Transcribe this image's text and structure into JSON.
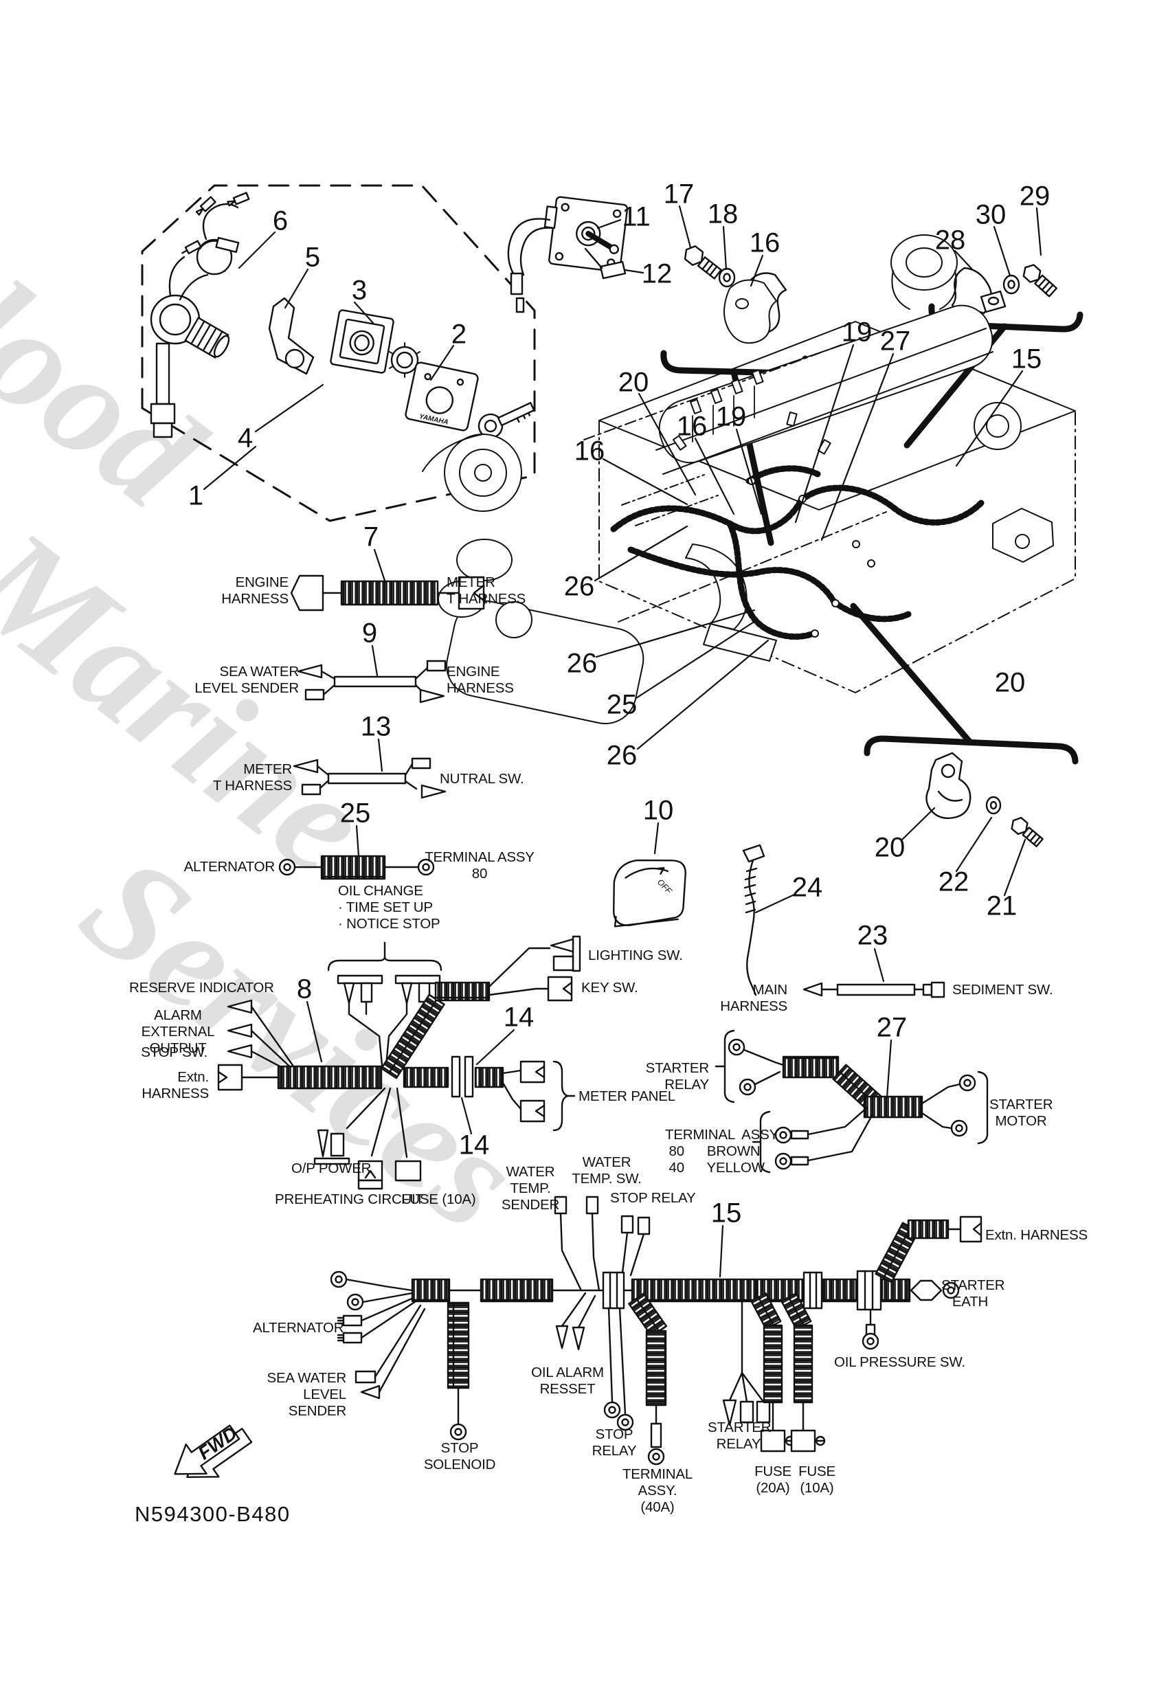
{
  "watermark": [
    "Flood",
    "Marine",
    "Services"
  ],
  "drawing_number": "N594300-B480",
  "fwd_label": "FWD",
  "callouts": {
    "p1": "1",
    "p2": "2",
    "p3": "3",
    "p4": "4",
    "p5": "5",
    "p6": "6",
    "p7": "7",
    "p8": "8",
    "p9": "9",
    "p10": "10",
    "p11": "11",
    "p12": "12",
    "p13": "13",
    "p14a": "14",
    "p14b": "14",
    "p15a": "15",
    "p15b": "15",
    "p16a": "16",
    "p16b": "16",
    "p16c": "16",
    "p17": "17",
    "p18": "18",
    "p19a": "19",
    "p19b": "19",
    "p20a": "20",
    "p20b": "20",
    "p20c": "20",
    "p21": "21",
    "p22": "22",
    "p23": "23",
    "p24": "24",
    "p25a": "25",
    "p25b": "25",
    "p26a": "26",
    "p26b": "26",
    "p26c": "26",
    "p27a": "27",
    "p27b": "27",
    "p28": "28",
    "p29": "29",
    "p30": "30"
  },
  "labels": {
    "h7_left": "ENGINE\nHARNESS",
    "h7_right": "METER\nT HARNESS",
    "h9_left": "SEA WATER\nLEVEL SENDER",
    "h9_right": "ENGINE\nHARNESS",
    "h13_left": "METER\nT HARNESS",
    "h13_right": "NUTRAL SW.",
    "h25_left": "ALTERNATOR",
    "h25_right": "TERMINAL ASSY\n80",
    "oil_change": "OIL CHANGE\n· TIME SET UP\n· NOTICE STOP",
    "reserve_indicator": "RESERVE INDICATOR",
    "alarm_external_output": "ALARM EXTERNAL\nOUTPUT",
    "stop_sw": "STOP SW.",
    "extn_harness_8": "Extn. HARNESS",
    "op_power": "O/P POWER",
    "preheating_circuit": "PREHEATING CIRCUIT",
    "fuse_10a_top": "FUSE (10A)",
    "lighting_sw": "LIGHTING SW.",
    "key_sw": "KEY SW.",
    "meter_panel": "METER PANEL",
    "water_temp_sender": "WATER TEMP.\nSENDER",
    "water_temp_sw": "WATER\nTEMP. SW.",
    "stop_relay_top": "STOP RELAY",
    "starter_relay_mid": "STARTER RELAY",
    "terminal_assy_brown_yellow": "TERMINAL  ASSY\n 80      BROWN\n 40      YELLOW",
    "starter_motor": "STARTER\nMOTOR",
    "main_harness": "MAIN HARNESS",
    "sediment_sw": "SEDIMENT SW.",
    "alternator_bottom": "ALTERNATOR",
    "sea_water_level_sender_bottom": "SEA WATER\nLEVEL SENDER",
    "stop_solenoid": "STOP\nSOLENOID",
    "oil_alarm_reset": "OIL ALARM\nRESSET",
    "stop_relay_bottom": "STOP\nRELAY",
    "terminal_assy_40a": "TERMINAL ASSY.\n(40A)",
    "starter_relay_bottom": "STARTER\nRELAY",
    "fuse_20a": "FUSE\n(20A)",
    "fuse_10a_bottom": "FUSE\n(10A)",
    "oil_pressure_sw": "OIL PRESSURE SW.",
    "starter_eath": "STARTER\nEATH",
    "extn_harness_bottom": "Extn. HARNESS",
    "yamaha_logo": "YAMAHA",
    "off": "OFF"
  }
}
